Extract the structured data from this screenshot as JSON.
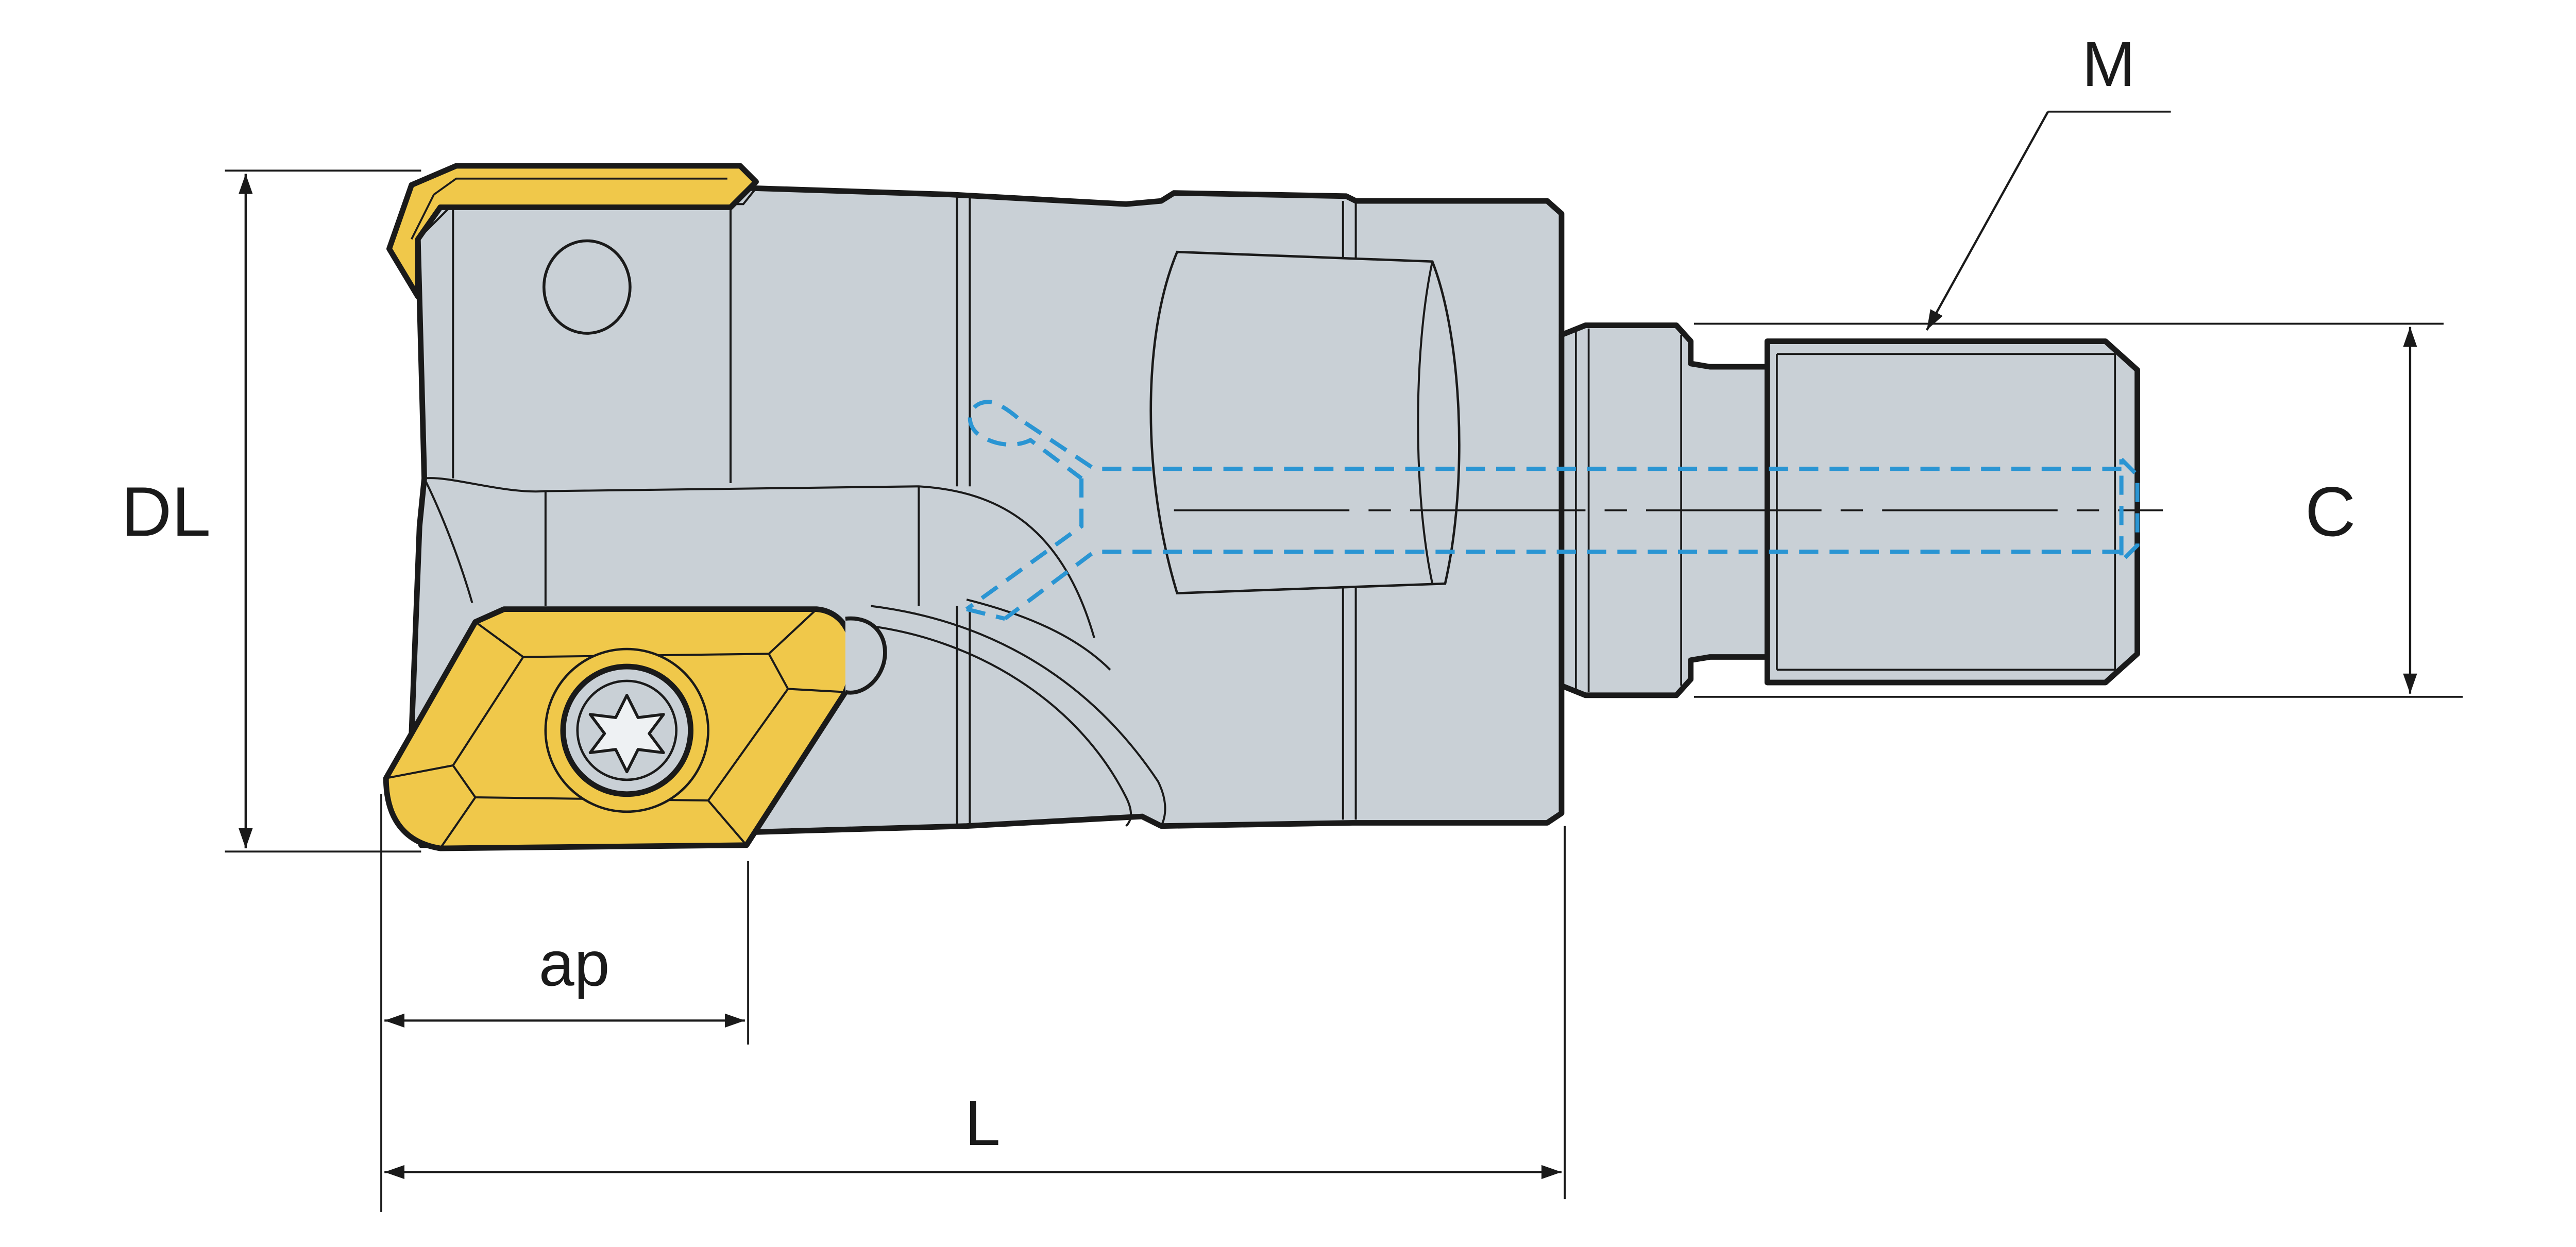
{
  "dimensions": {
    "DL": "DL",
    "M": "M",
    "C": "C",
    "ap": "ap",
    "L": "L"
  },
  "colors": {
    "body": "#c9d0d6",
    "insert": "#f0c84a",
    "coolant": "#2a95d3",
    "outline": "#1a1a1a"
  },
  "icons": {
    "screw": "torx-screw-icon"
  }
}
